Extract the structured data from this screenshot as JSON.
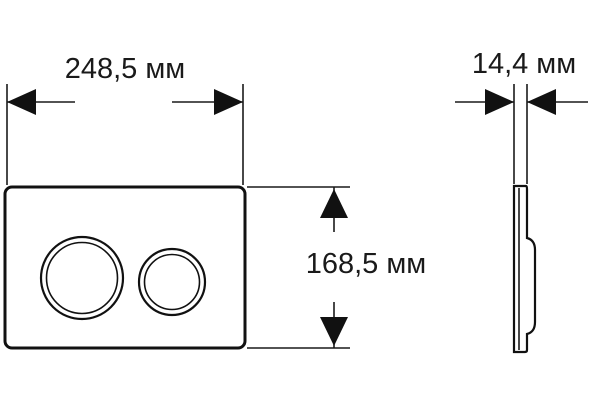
{
  "dimensions": {
    "width_label": "248,5 мм",
    "height_label": "168,5 мм",
    "depth_label": "14,4 мм"
  },
  "colors": {
    "line": "#111111",
    "background": "#ffffff"
  }
}
